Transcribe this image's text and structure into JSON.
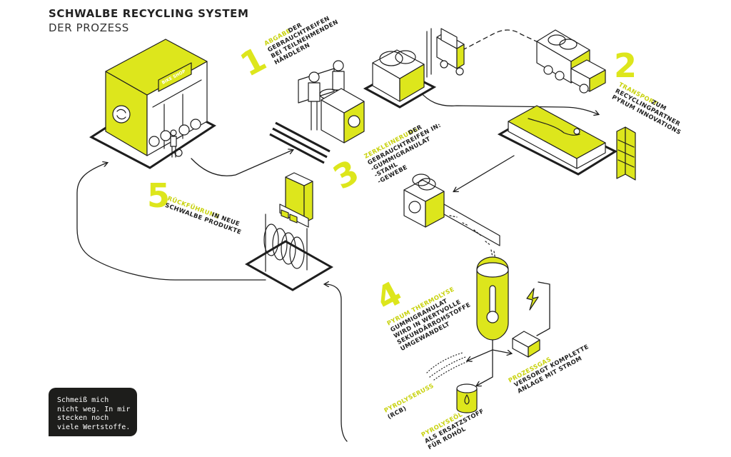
{
  "header": {
    "title": "SCHWALBE RECYCLING SYSTEM",
    "subtitle": "DER PROZESS"
  },
  "steps": [
    {
      "number": "1",
      "highlight": "ABGABE",
      "lines": [
        "DER",
        "GEBRAUCHTREIFEN",
        "BEI TEILNEHMENDEN",
        "HÄNDLERN"
      ]
    },
    {
      "number": "2",
      "highlight": "TRANSPORT",
      "lines": [
        "ZUM",
        "RECYCLINGPARTNER",
        "PYRUM INNOVATIONS"
      ]
    },
    {
      "number": "3",
      "highlight": "ZERKLEINERUNG",
      "lines": [
        "DER",
        "GEBRAUCHTREIFEN IN:",
        "-GUMMIGRANULAT",
        "-STAHL",
        "-GEWEBE"
      ]
    },
    {
      "number": "4",
      "highlight": "PYRUM THERMOLYSE",
      "lines": [
        "GUMMIGRANULAT",
        "WIRD IN WERTVOLLE",
        "SEKUNDÄRROHSTOFFE",
        "UMGEWANDELT"
      ]
    },
    {
      "number": "5",
      "highlight": "RÜCKFÜHRUNG",
      "lines": [
        "IN NEUE",
        "SCHWALBE PRODUKTE"
      ]
    }
  ],
  "outputs": {
    "prozessgas": {
      "highlight": "PROZESSGAS",
      "lines": [
        "VERSORGT KOMPLETTE",
        "ANLAGE MIT STROM"
      ]
    },
    "pyrolyseruss": {
      "highlight": "PYROLYSERUSS",
      "lines": [
        "(RCB)"
      ]
    },
    "pyrolyseoel": {
      "highlight": "PYROLYSEÖL",
      "lines": [
        "ALS ERSATZSTOFF",
        "FÜR ROHÖL"
      ]
    }
  },
  "shop_sign": "BIKE SHOP",
  "note": {
    "lines": [
      "Schmeiß mich",
      "nicht weg. In mir",
      "stecken noch",
      "viele Wertstoffe."
    ]
  },
  "colors": {
    "accent": "#dde61c",
    "ink": "#1e1e1e",
    "note_bg": "#1d1d1b"
  }
}
